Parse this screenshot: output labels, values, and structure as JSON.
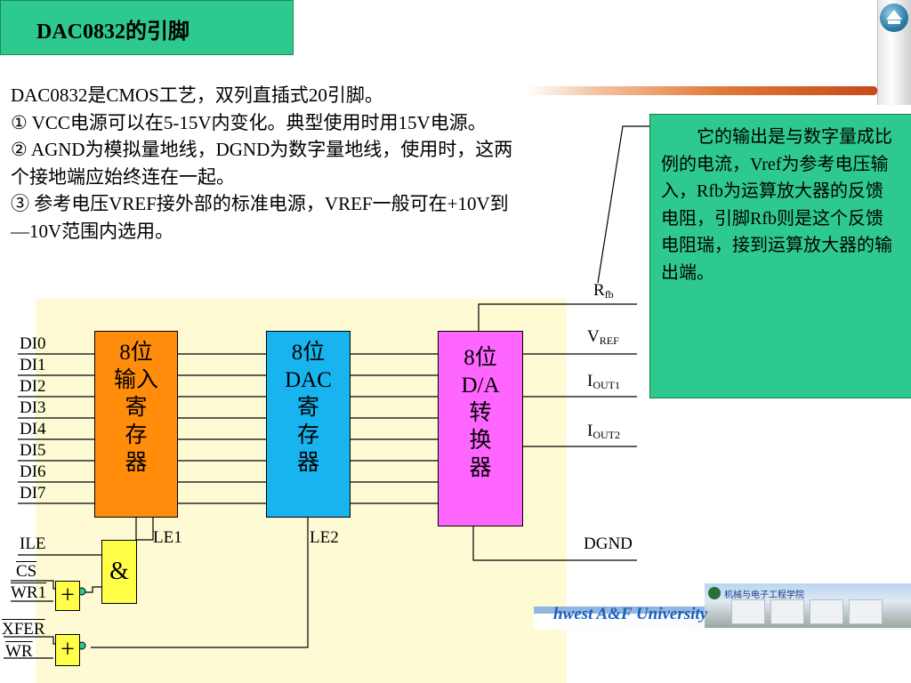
{
  "title": "DAC0832的引脚",
  "description": [
    "DAC0832是CMOS工艺，双列直插式20引脚。",
    "① VCC电源可以在5-15V内变化。典型使用时用15V电源。",
    "② AGND为模拟量地线，DGND为数字量地线，使用时，这两个接地端应始终连在一起。",
    "③ 参考电压VREF接外部的标准电源，VREF一般可在+10V到—10V范围内选用。"
  ],
  "note": "它的输出是与数字量成比例的电流，Vref为参考电压输入，Rfb为运算放大器的反馈电阻，引脚Rfb则是这个反馈电阻瑞，接到运算放大器的输出端。",
  "blocks": {
    "input_register": [
      "8位",
      "输入",
      "寄",
      "存",
      "器"
    ],
    "dac_register": [
      "8位",
      "DAC",
      "寄",
      "存",
      "器"
    ],
    "da_converter": [
      "8位",
      "D/A",
      "转",
      "换",
      "器"
    ],
    "and_gate": "&",
    "or_gate_1": "+",
    "or_gate_2": "+"
  },
  "pins": {
    "inputs": [
      "DI0",
      "DI1",
      "DI2",
      "DI3",
      "DI4",
      "DI5",
      "DI6",
      "DI7"
    ],
    "ile": "ILE",
    "cs": "CS",
    "wr1": "WR1",
    "xfer": "XFER",
    "wr2": "WR",
    "le1": "LE1",
    "le2": "LE2",
    "rfb_main": "R",
    "rfb_sub": "fb",
    "vref_main": "V",
    "vref_sub": "REF",
    "iout1_main": "I",
    "iout1_sub": "OUT1",
    "iout2_main": "I",
    "iout2_sub": "OUT2",
    "dgnd": "DGND"
  },
  "footer": {
    "university_text": "hwest  A&F  University",
    "college_tag": "机械与电子工程学院"
  },
  "colors": {
    "title_bg": "#2ec98f",
    "note_bg": "#2ec98f",
    "input_register": "#ff8c0a",
    "dac_register": "#18b4f0",
    "da_converter": "#ff66ff",
    "gate": "#ffff4a",
    "diagram_bg": "#fefbd4",
    "university_text": "#1a5fc0"
  },
  "icons": {
    "nav": "up-arrow-icon"
  }
}
